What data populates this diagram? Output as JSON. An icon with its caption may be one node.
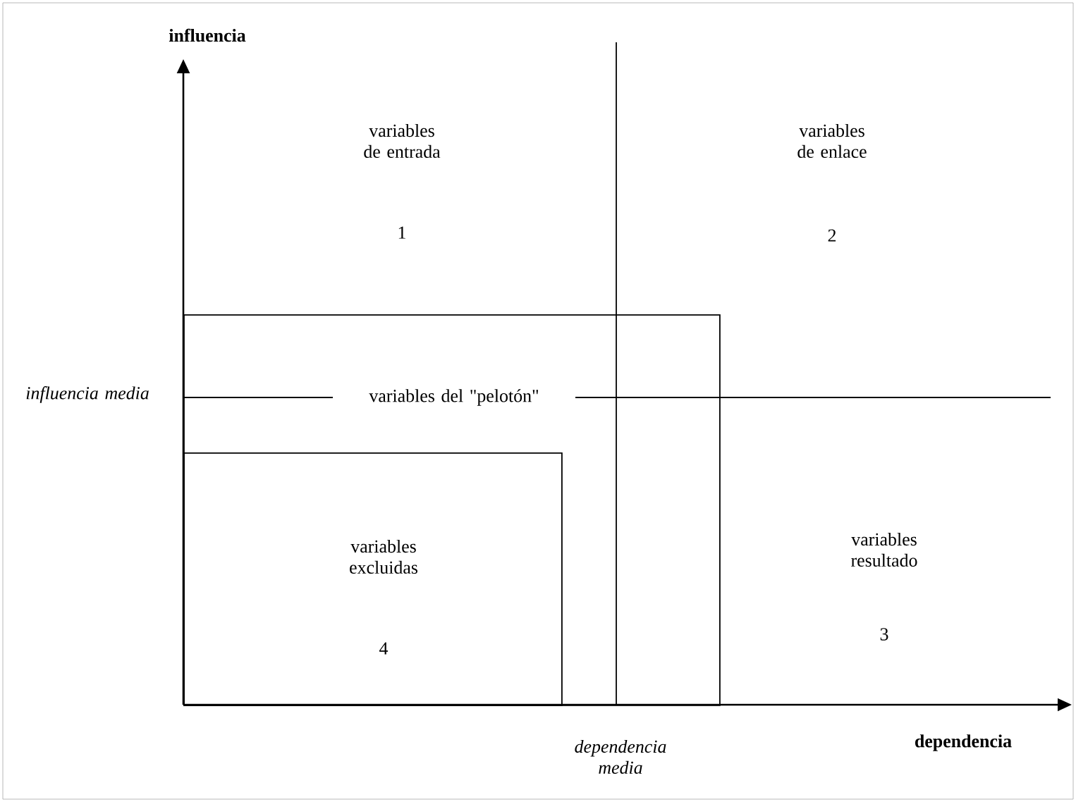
{
  "diagram": {
    "nodes": [
      {
        "text": [
          "variables del \"pelotón\""
        ]
      },
      {
        "text": [
          "variables excluidas",
          "4"
        ],
        "in": 0
      }
    ],
    "labels": [
      "influencia",
      "variables de entrada",
      "1",
      "variables de enlace",
      "2",
      "influencia media",
      "variables resultado",
      "3",
      "dependencia media",
      "dependencia"
    ]
  }
}
